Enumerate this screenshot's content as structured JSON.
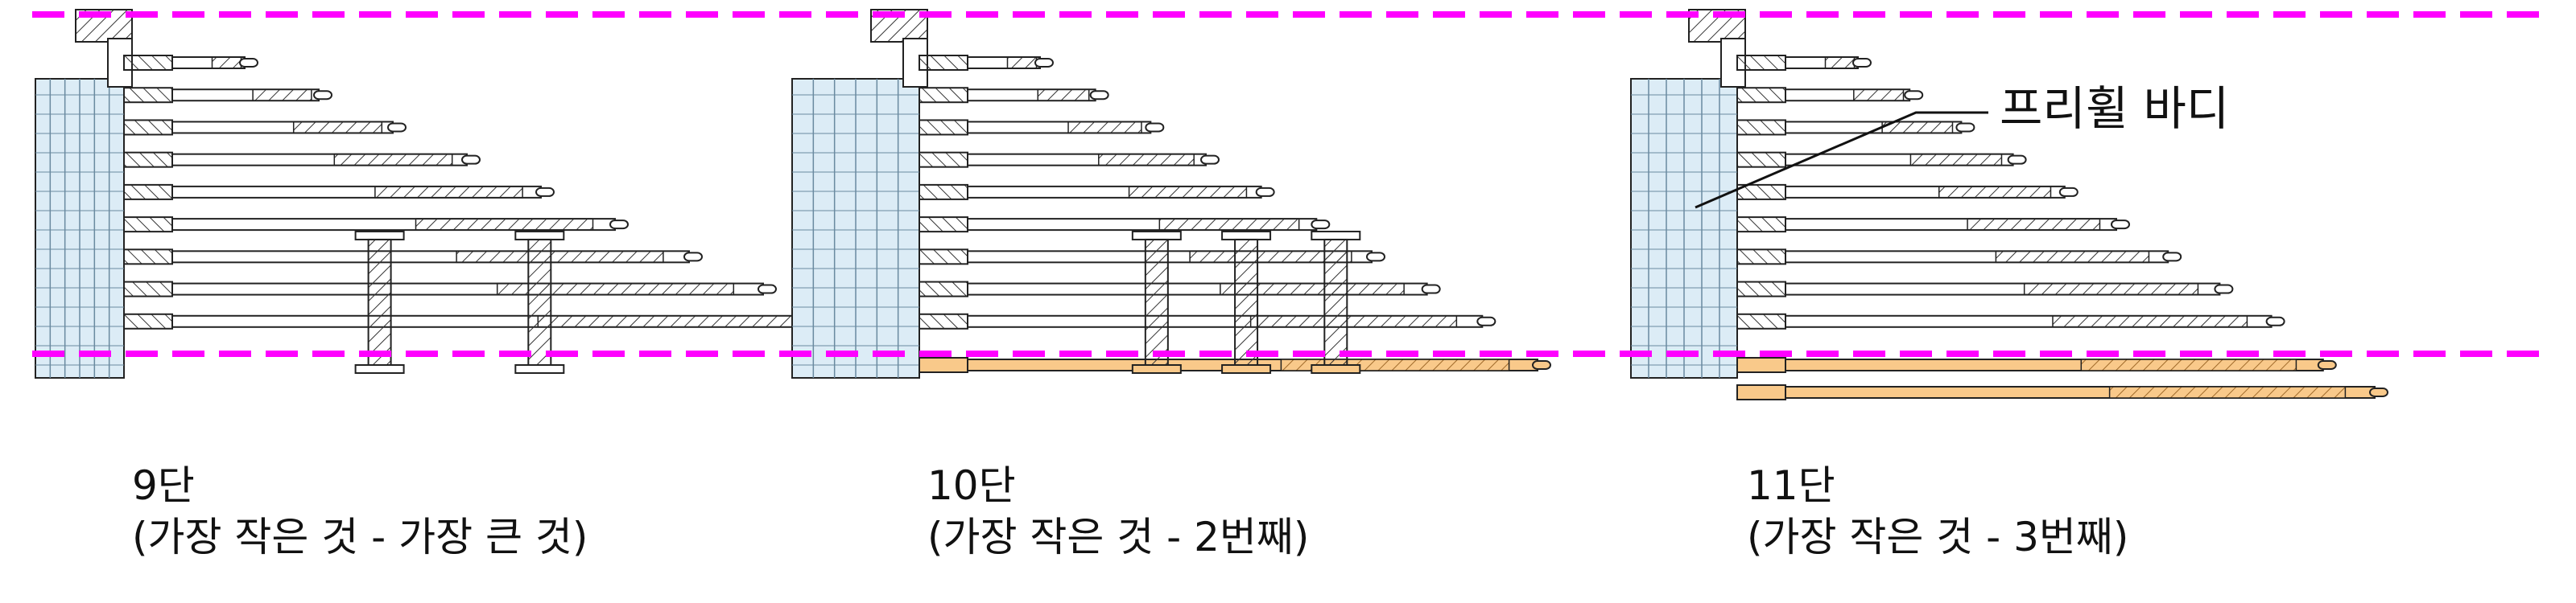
{
  "diagram": {
    "colors": {
      "line": "#222222",
      "body_fill": "#dcecf6",
      "new_gear_fill": "#f9c98a",
      "guide_line": "#ff00ff",
      "background": "#ffffff"
    },
    "panels": [
      {
        "id": "9-speed",
        "title": "9단",
        "subtitle": "(가장 작은 것 - 가장 큰 것)",
        "cog_count": 9,
        "extra_orange_cogs": 0
      },
      {
        "id": "10-speed",
        "title": "10단",
        "subtitle": "(가장 작은 것 - 2번째)",
        "cog_count": 10,
        "extra_orange_cogs": 1
      },
      {
        "id": "11-speed",
        "title": "11단",
        "subtitle": "(가장 작은 것 - 3번째)",
        "cog_count": 11,
        "extra_orange_cogs": 2
      }
    ],
    "callout": {
      "label": "프리휠 바디"
    }
  }
}
